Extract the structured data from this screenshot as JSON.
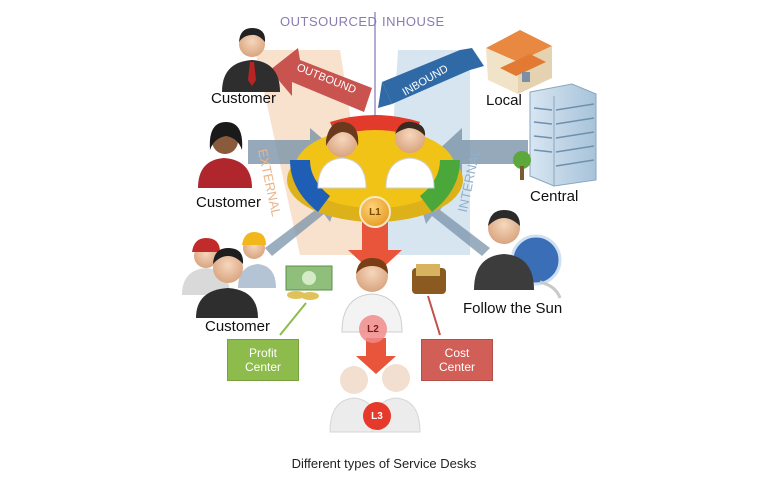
{
  "header": {
    "left": "OUTSOURCED",
    "right": "INHOUSE"
  },
  "arrows": {
    "outbound": "OUTBOUND",
    "inbound": "INBOUND",
    "external": "EXTERNAL",
    "internal": "INTERNAL"
  },
  "people": {
    "customer_top": "Customer",
    "customer_mid": "Customer",
    "customer_bottom": "Customer",
    "local": "Local",
    "central": "Central",
    "follow_sun": "Follow the Sun"
  },
  "levels": {
    "l1": "L1",
    "l2": "L2",
    "l3": "L3"
  },
  "boxes": {
    "profit": {
      "line1": "Profit",
      "line2": "Center"
    },
    "cost": {
      "line1": "Cost",
      "line2": "Center"
    }
  },
  "caption": "Different types of Service Desks",
  "colors": {
    "header": "#8a7bb0",
    "outbound": "#c9534f",
    "inbound": "#2f6aa6",
    "profit_box": "#8dbb4c",
    "cost_box": "#d25f57",
    "ring_red": "#e23a2b",
    "ring_yellow": "#f2c317",
    "ring_green": "#4aa83a",
    "ring_blue": "#1e5fb5",
    "flow_arrow": "#e8553a"
  }
}
